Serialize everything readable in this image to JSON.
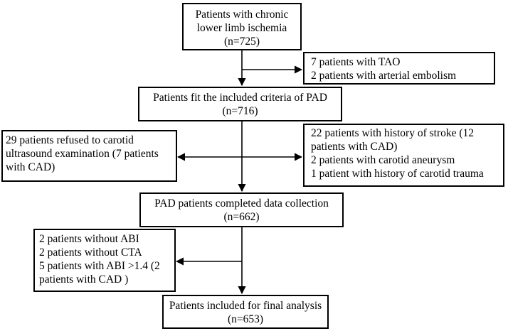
{
  "boxes": {
    "start": {
      "lines": [
        "Patients with chronic",
        "lower limb ischemia",
        "(n=725)"
      ]
    },
    "excl1": {
      "lines": [
        "7 patients with TAO",
        "2 patients with arterial embolism"
      ]
    },
    "fit": {
      "lines": [
        "Patients fit the included criteria of PAD",
        "(n=716)"
      ]
    },
    "refused": {
      "lines": [
        "29 patients refused to carotid",
        "ultrasound examination (7 patients",
        "with CAD)"
      ]
    },
    "stroke": {
      "lines": [
        "22 patients with history of stroke (12",
        "patients with CAD)",
        "2 patients with carotid aneurysm",
        "1 patient with history of carotid trauma"
      ]
    },
    "completed": {
      "lines": [
        "PAD patients completed data collection",
        "(n=662)"
      ]
    },
    "excl3": {
      "lines": [
        "2 patients without ABI",
        "2 patients without CTA",
        "5 patients with ABI >1.4 (2",
        "patients with CAD )"
      ]
    },
    "final": {
      "lines": [
        "Patients included for final analysis",
        "(n=653)"
      ]
    }
  },
  "colors": {
    "stroke": "#000000",
    "background": "#ffffff"
  }
}
